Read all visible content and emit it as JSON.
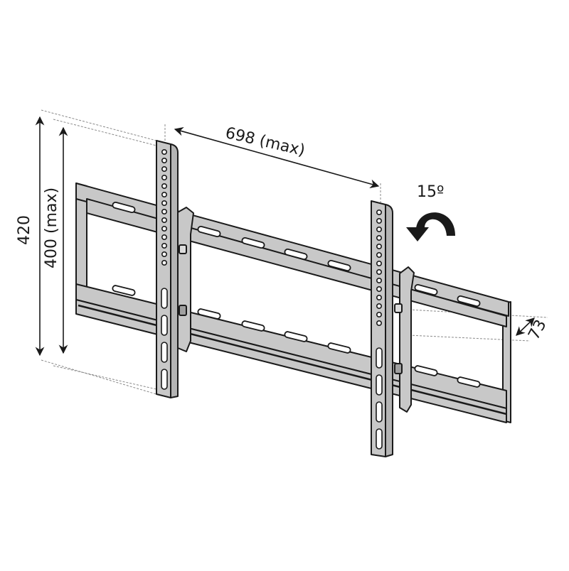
{
  "diagram": {
    "subject": "Tilting TV wall mount bracket",
    "dimensions": {
      "overall_height": "420",
      "vertical_max": "400 (max)",
      "horizontal_max": "698 (max)",
      "tilt_angle": "15º",
      "depth": "73"
    },
    "colors": {
      "metal_fill": "#c8c8c8",
      "outline": "#1a1a1a",
      "dimension_line": "#1a1a1a",
      "guide_dash": "#8a8a8a",
      "background": "#ffffff"
    },
    "parts": {
      "wall_plate": "horizontal frame with two rails and slotted holes",
      "vertical_arms": 2,
      "tilt_arrow": "curved arrow indicating tilt"
    }
  }
}
